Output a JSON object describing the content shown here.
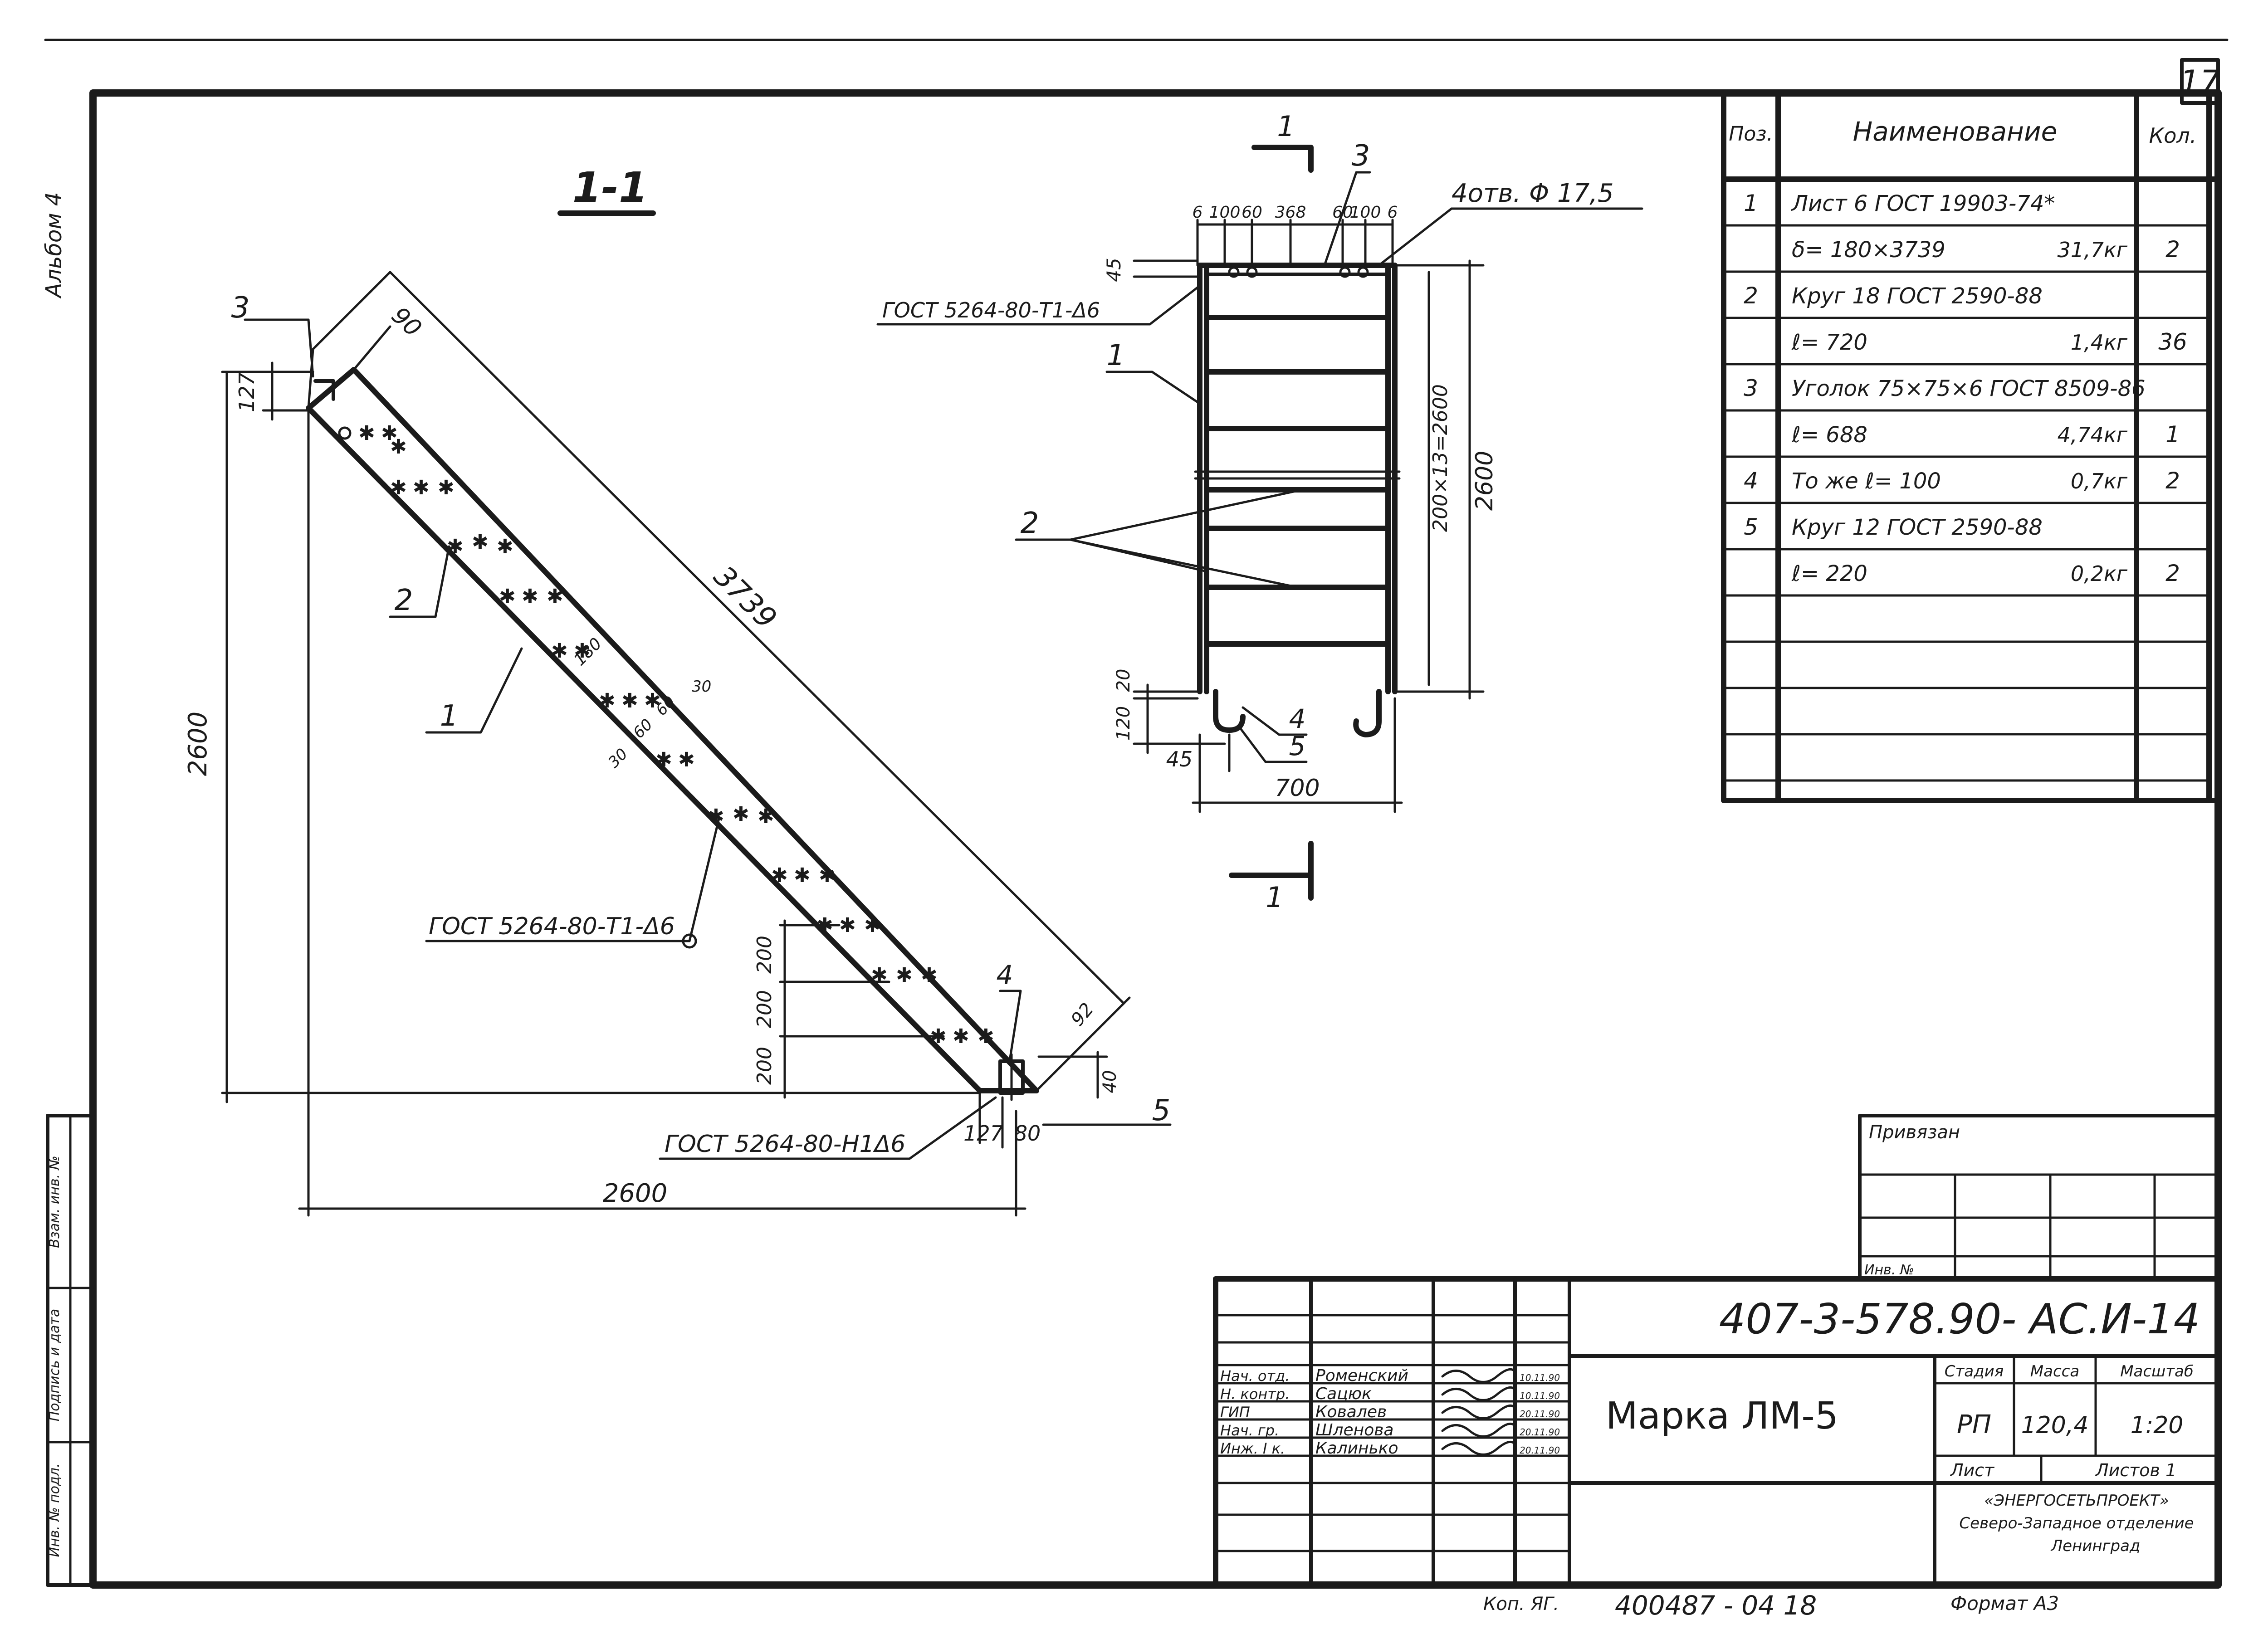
{
  "sheet_number": "17",
  "margin_note": "Альбом 4",
  "section_label": "1-1",
  "cut_mark": "1",
  "main_view": {
    "dims": {
      "top_offset": "90",
      "left_height": "127",
      "diagonal_length": "3739",
      "height": "2600",
      "width": "2600",
      "width_plate": "180",
      "hole_a": "30",
      "hole_b": "60",
      "hole_c": "60",
      "hole_d": "30",
      "step_1": "200",
      "step_2": "200",
      "step_3": "200",
      "end_width": "92",
      "end_height": "40",
      "base_left": "127",
      "base_right": "80"
    },
    "callouts": {
      "pos1": "1",
      "pos2": "2",
      "pos3": "3",
      "pos4": "4",
      "pos5": "5"
    },
    "weld_notes": {
      "mid": "ГОСТ 5264-80-Т1-Δ6",
      "bottom": "ГОСТ 5264-80-Н1Δ6"
    }
  },
  "side_view": {
    "top_dims": [
      "6",
      "100",
      "60",
      "368",
      "60",
      "100",
      "6"
    ],
    "holes_note": "4отв. Φ 17,5",
    "weld_note": "ГОСТ 5264-80-Т1-Δ6",
    "dim_45_top": "45",
    "rung_spacing": "200×13=2600",
    "total_height": "2600",
    "dim_20": "20",
    "dim_120": "120",
    "dim_45_bottom": "45",
    "width": "700",
    "callouts": {
      "pos1": "1",
      "pos2": "2",
      "pos3": "3",
      "pos4": "4",
      "pos5": "5"
    }
  },
  "spec_table": {
    "headers": {
      "pos": "Поз.",
      "name": "Наименование",
      "qty": "Кол."
    },
    "rows": [
      {
        "pos": "1",
        "name": "Лист 6 ГОСТ 19903-74*",
        "mass": "",
        "qty": ""
      },
      {
        "pos": "",
        "name": "δ= 180×3739",
        "mass": "31,7кг",
        "qty": "2"
      },
      {
        "pos": "2",
        "name": "Круг 18 ГОСТ 2590-88",
        "mass": "",
        "qty": ""
      },
      {
        "pos": "",
        "name": "ℓ= 720",
        "mass": "1,4кг",
        "qty": "36"
      },
      {
        "pos": "3",
        "name": "Уголок 75×75×6 ГОСТ 8509-86",
        "mass": "",
        "qty": ""
      },
      {
        "pos": "",
        "name": "ℓ= 688",
        "mass": "4,74кг",
        "qty": "1"
      },
      {
        "pos": "4",
        "name": "То же  ℓ= 100",
        "mass": "0,7кг",
        "qty": "2"
      },
      {
        "pos": "5",
        "name": "Круг 12 ГОСТ 2590-88",
        "mass": "",
        "qty": ""
      },
      {
        "pos": "",
        "name": "ℓ= 220",
        "mass": "0,2кг",
        "qty": "2"
      }
    ]
  },
  "binding_block": {
    "tied": "Привязан",
    "inv": "Инв. №"
  },
  "title_block": {
    "doc_code": "407-3-578.90- АС.И-14",
    "roles": [
      {
        "role": "Нач. отд.",
        "name": "Роменский",
        "date": "10.11.90"
      },
      {
        "role": "Н. контр.",
        "name": "Сацюк",
        "date": "10.11.90"
      },
      {
        "role": "ГИП",
        "name": "Ковалев",
        "date": "20.11.90"
      },
      {
        "role": "Нач. гр.",
        "name": "Шленова",
        "date": "20.11.90"
      },
      {
        "role": "Инж. I к.",
        "name": "Калинько",
        "date": "20.11.90"
      }
    ],
    "item_title": "Марка  ЛМ-5",
    "stage_label": "Стадия",
    "mass_label": "Масса",
    "scale_label": "Масштаб",
    "stage": "РП",
    "mass": "120,4",
    "scale": "1:20",
    "sheet_label": "Лист",
    "sheets_label": "Листов 1",
    "org_line1": "«ЭНЕРГОСЕТЬПРОЕКТ»",
    "org_line2": "Северо-Западное отделение",
    "org_line3": "Ленинград"
  },
  "footer": {
    "copied": "Коп. ЯГ.",
    "archive": "400487 - 04    18",
    "format": "Формат А3"
  },
  "left_strip": {
    "label_1": "Инв. № подл.",
    "label_2": "Подпись и дата",
    "label_3": "Взам. инв. №"
  }
}
